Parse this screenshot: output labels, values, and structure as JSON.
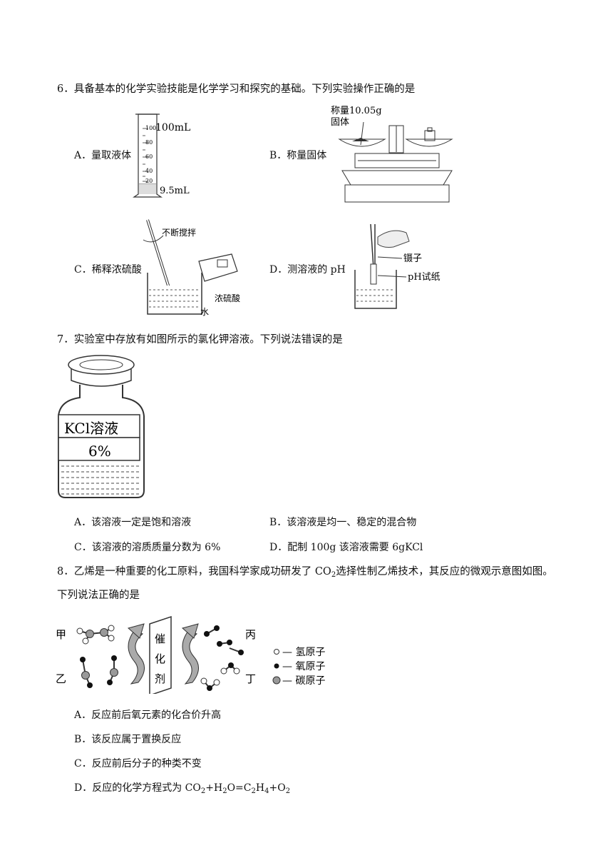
{
  "q6": {
    "stem": "6．具备基本的化学实验技能是化学学习和探究的基础。下列实验操作正确的是",
    "A": {
      "label": "A．量取液体",
      "fig_top": "100mL",
      "fig_bottom": "9.5mL",
      "ticks": [
        "100",
        "80",
        "60",
        "40",
        "20"
      ]
    },
    "B": {
      "label": "B．称量固体",
      "fig_line1": "称量10.05g",
      "fig_line2": "固体"
    },
    "C": {
      "label": "C．稀释浓硫酸",
      "fig_stir": "不断搅拌",
      "fig_acid": "浓硫酸",
      "fig_water": "水"
    },
    "D": {
      "label": "D．测溶液的 pH",
      "fig_tweezer": "镊子",
      "fig_paper": "pH试纸"
    }
  },
  "q7": {
    "stem": "7．实验室中存放有如图所示的氯化钾溶液。下列说法错误的是",
    "bottle_name": "KCl溶液",
    "bottle_conc": "6%",
    "A": "A．该溶液一定是饱和溶液",
    "B": "B．该溶液是均一、稳定的混合物",
    "C": "C．该溶液的溶质质量分数为 6%",
    "D": "D．配制 100g 该溶液需要 6gKCl"
  },
  "q8": {
    "stem_part1": "8．乙烯是一种重要的化工原料，我国科学家成功研发了 CO",
    "stem_sub": "2",
    "stem_part2": "选择性制乙烯技术，其反应的微观示意图如图。",
    "stem_line2": "下列说法正确的是",
    "fig": {
      "jia": "甲",
      "yi": "乙",
      "bing": "丙",
      "ding": "丁",
      "catalyst": [
        "催",
        "化",
        "剂"
      ],
      "legend": [
        "— 氢原子",
        "— 氧原子",
        "— 碳原子"
      ]
    },
    "A": "A．反应前后氧元素的化合价升高",
    "B": "B．该反应属于置换反应",
    "C": "C．反应前后分子的种类不变",
    "D_text": "D．反应的化学方程式为 CO",
    "D_eq": [
      "2",
      "+H",
      "2",
      "O=C",
      "2",
      "H",
      "4",
      "+O",
      "2"
    ]
  }
}
